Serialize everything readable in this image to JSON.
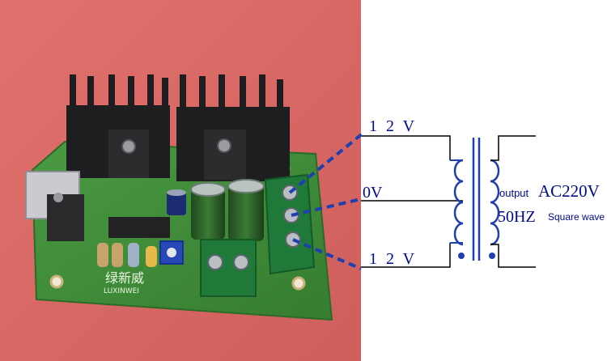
{
  "photo": {
    "brand_cn": "绿新威",
    "brand_en": "LUXINWEI",
    "colors": {
      "background": "#d96a66",
      "pcb": "#3f8f3a",
      "heatsink": "#1e1d1f"
    }
  },
  "schematic": {
    "terminals": [
      {
        "label": "1 2 V",
        "role": "top-input"
      },
      {
        "label": "0V",
        "role": "center-tap"
      },
      {
        "label": "1 2 V",
        "role": "bottom-input"
      }
    ],
    "output_prefix": "output",
    "output_voltage": "AC220V",
    "output_frequency": "50HZ",
    "output_waveform": "Square wave",
    "colors": {
      "wire": "#000000",
      "winding": "#1f3fae",
      "callout": "#1f3fae",
      "text": "#000a8c"
    }
  }
}
